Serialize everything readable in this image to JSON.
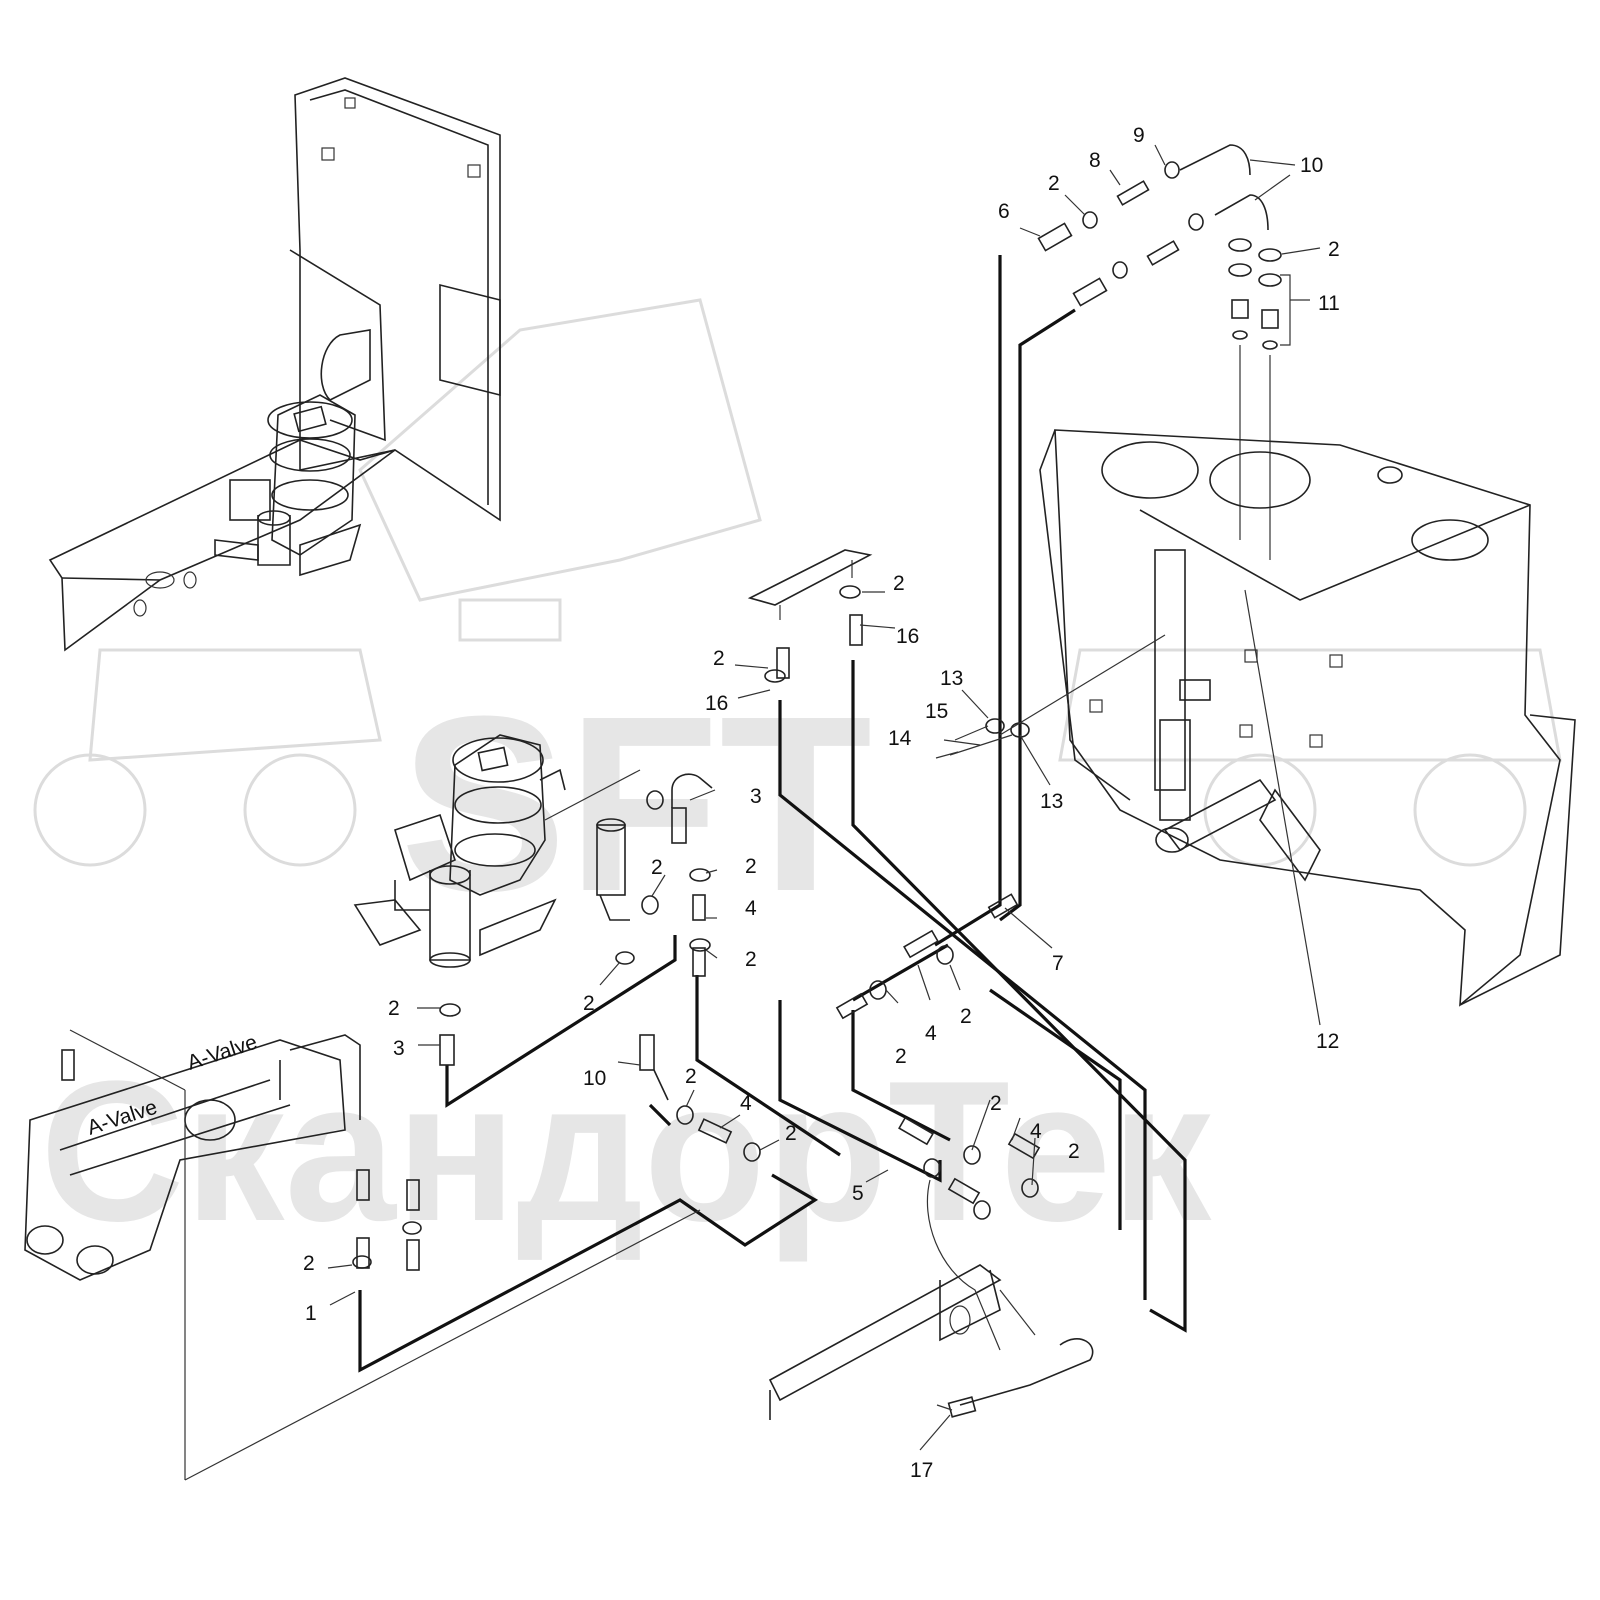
{
  "watermark": {
    "line1": "SFT",
    "line2": "СкандорТек"
  },
  "engine_labels": [
    "A-Valve",
    "A-Valve"
  ],
  "callouts": [
    {
      "id": "c-1",
      "text": "1"
    },
    {
      "id": "c-2a",
      "text": "2"
    },
    {
      "id": "c-2b",
      "text": "2"
    },
    {
      "id": "c-2c",
      "text": "2"
    },
    {
      "id": "c-2d",
      "text": "2"
    },
    {
      "id": "c-2e",
      "text": "2"
    },
    {
      "id": "c-2f",
      "text": "2"
    },
    {
      "id": "c-2g",
      "text": "2"
    },
    {
      "id": "c-2h",
      "text": "2"
    },
    {
      "id": "c-2i",
      "text": "2"
    },
    {
      "id": "c-2j",
      "text": "2"
    },
    {
      "id": "c-2k",
      "text": "2"
    },
    {
      "id": "c-2l",
      "text": "2"
    },
    {
      "id": "c-2m",
      "text": "2"
    },
    {
      "id": "c-2n",
      "text": "2"
    },
    {
      "id": "c-2o",
      "text": "2"
    },
    {
      "id": "c-2p",
      "text": "2"
    },
    {
      "id": "c-3a",
      "text": "3"
    },
    {
      "id": "c-3b",
      "text": "3"
    },
    {
      "id": "c-4a",
      "text": "4"
    },
    {
      "id": "c-4b",
      "text": "4"
    },
    {
      "id": "c-4c",
      "text": "4"
    },
    {
      "id": "c-4d",
      "text": "4"
    },
    {
      "id": "c-5",
      "text": "5"
    },
    {
      "id": "c-6",
      "text": "6"
    },
    {
      "id": "c-7",
      "text": "7"
    },
    {
      "id": "c-8",
      "text": "8"
    },
    {
      "id": "c-9",
      "text": "9"
    },
    {
      "id": "c-10a",
      "text": "10"
    },
    {
      "id": "c-10b",
      "text": "10"
    },
    {
      "id": "c-11",
      "text": "11"
    },
    {
      "id": "c-12",
      "text": "12"
    },
    {
      "id": "c-13a",
      "text": "13"
    },
    {
      "id": "c-13b",
      "text": "13"
    },
    {
      "id": "c-14",
      "text": "14"
    },
    {
      "id": "c-15",
      "text": "15"
    },
    {
      "id": "c-16a",
      "text": "16"
    },
    {
      "id": "c-16b",
      "text": "16"
    },
    {
      "id": "c-17",
      "text": "17"
    }
  ],
  "colors": {
    "line": "#111111",
    "watermark": "#e6e6e6",
    "background": "#ffffff"
  }
}
